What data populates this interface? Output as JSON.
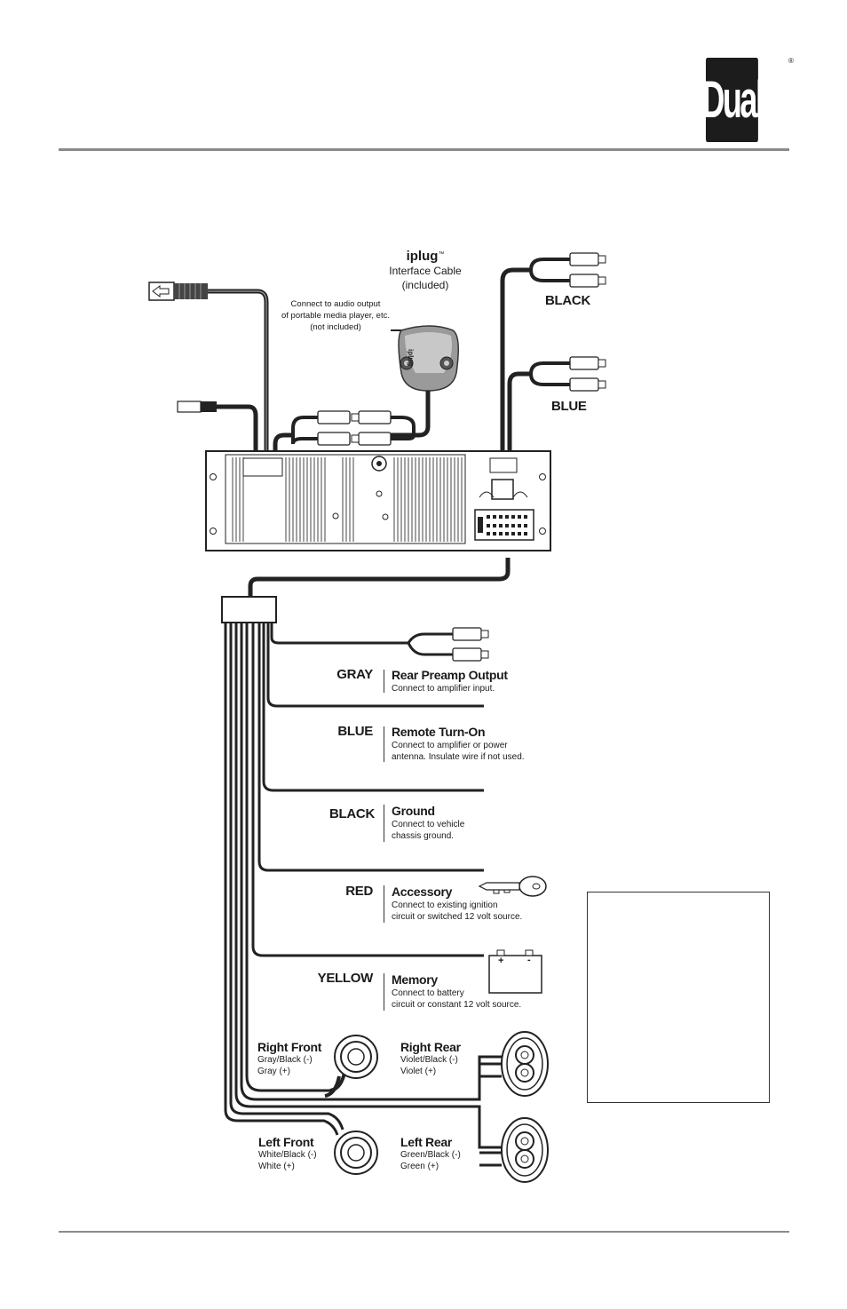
{
  "brand": {
    "logo_text": "Dual",
    "registered": "®"
  },
  "iplug": {
    "logo_text": "iplug",
    "trademark": "™",
    "cable_name": "Interface Cable",
    "included": "(included)",
    "device_label": "iplug",
    "callout": [
      "Connect to audio output",
      "of portable media player, etc.",
      "(not included)"
    ]
  },
  "rca_outputs": [
    {
      "color": "BLACK"
    },
    {
      "color": "BLUE"
    }
  ],
  "wires": [
    {
      "color": "GRAY",
      "title": "Rear Preamp Output",
      "desc": [
        "Connect to amplifier input."
      ]
    },
    {
      "color": "BLUE",
      "title": "Remote Turn-On",
      "desc": [
        "Connect to amplifier or power",
        "antenna. Insulate wire if not used."
      ]
    },
    {
      "color": "BLACK",
      "title": "Ground",
      "desc": [
        "Connect to vehicle",
        "chassis ground."
      ]
    },
    {
      "color": "RED",
      "title": "Accessory",
      "desc": [
        "Connect to existing ignition",
        "circuit or switched 12 volt source."
      ]
    },
    {
      "color": "YELLOW",
      "title": "Memory",
      "desc": [
        "Connect to battery",
        "circuit or constant 12 volt source."
      ]
    }
  ],
  "battery": {
    "plus": "+",
    "minus": "-"
  },
  "speakers": [
    {
      "name": "Right Front",
      "neg": "Gray/Black (-)",
      "pos": "Gray (+)"
    },
    {
      "name": "Right Rear",
      "neg": "Violet/Black (-)",
      "pos": "Violet (+)"
    },
    {
      "name": "Left Front",
      "neg": "White/Black (-)",
      "pos": "White (+)"
    },
    {
      "name": "Left Rear",
      "neg": "Green/Black (-)",
      "pos": "Green (+)"
    }
  ],
  "colors": {
    "rule": "#8a8a8a",
    "wire": "#1a1a1a",
    "logo_bg": "#1c1c1c"
  }
}
